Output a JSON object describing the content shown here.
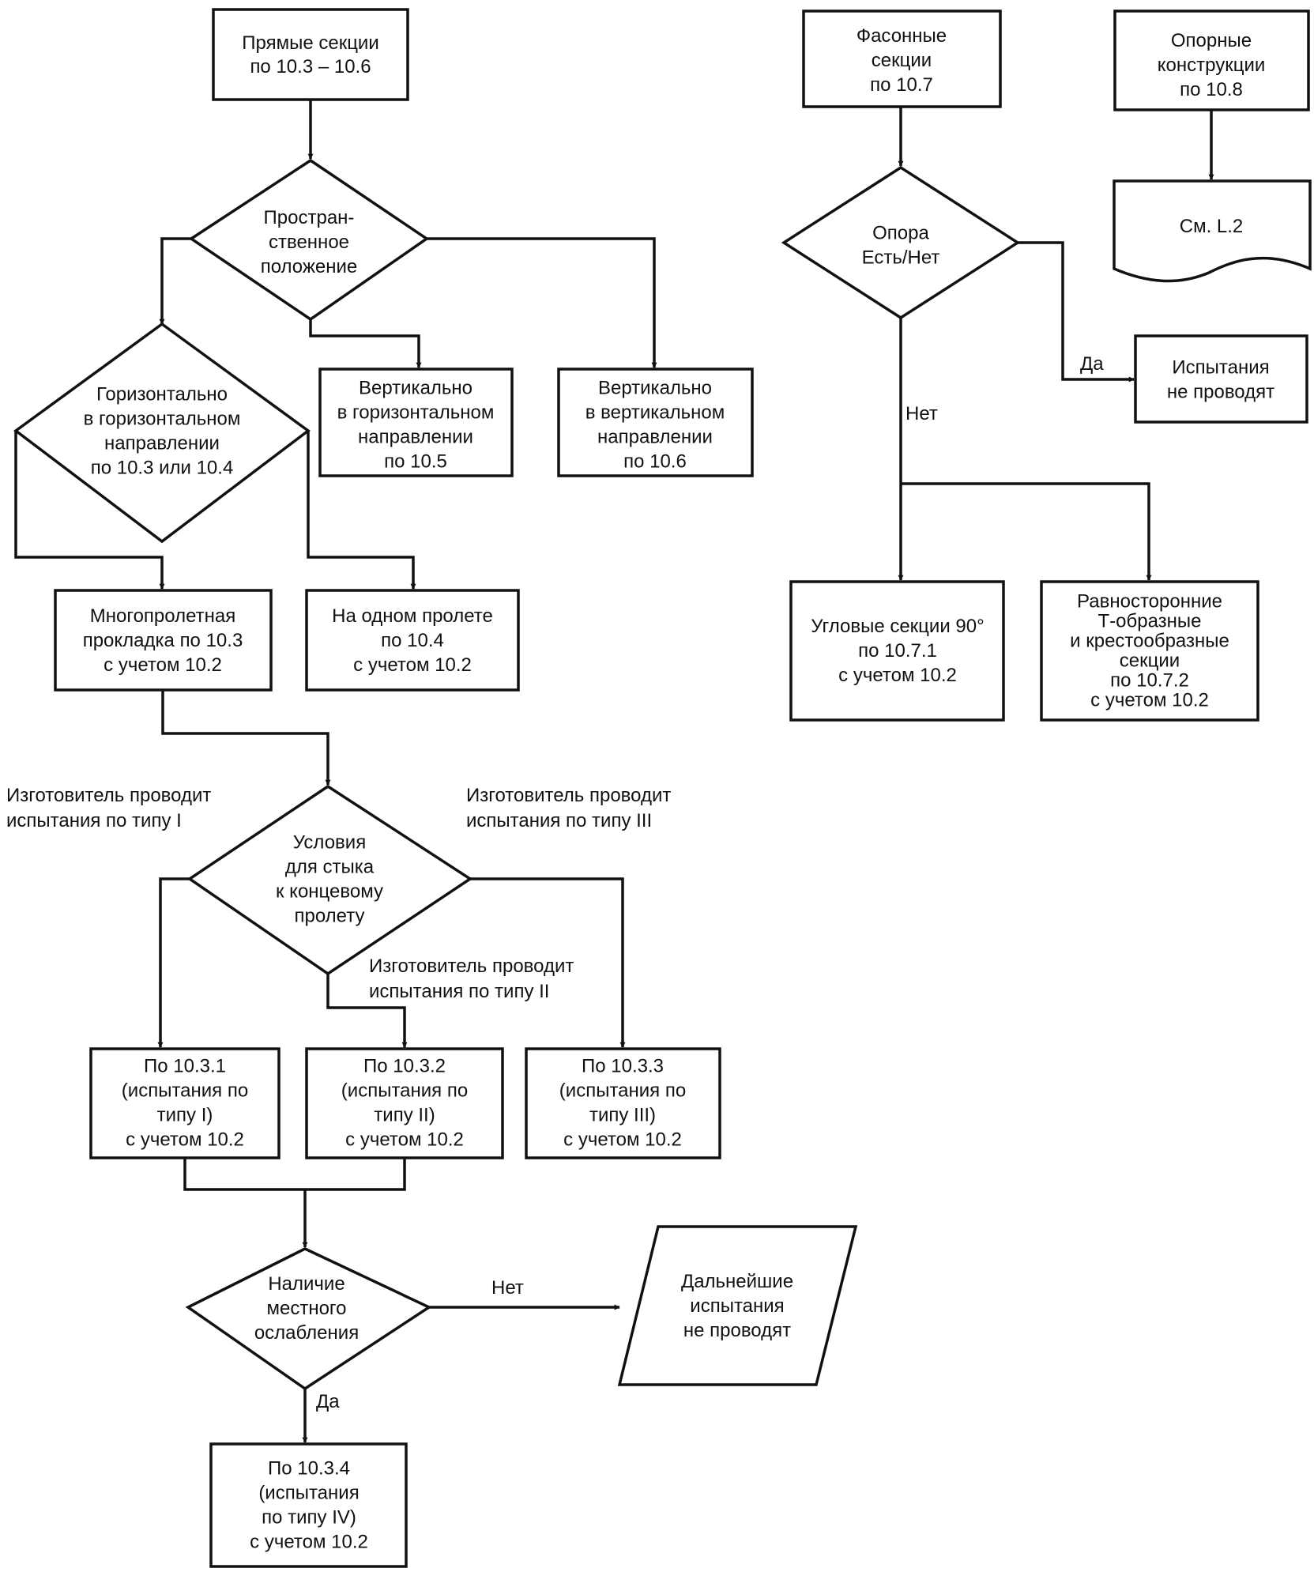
{
  "nodes": {
    "straight_sections": [
      "Прямые секции",
      "по 10.3 – 10.6"
    ],
    "spatial_position": [
      "Простран-",
      "ственное",
      "положение"
    ],
    "horizontal_dir": [
      "Горизонтально",
      "в горизонтальном",
      "направлении",
      "по 10.3 или 10.4"
    ],
    "vertical_horizontal": [
      "Вертикально",
      "в горизонтальном",
      "направлении",
      "по 10.5"
    ],
    "vertical_vertical": [
      "Вертикально",
      "в вертикальном",
      "направлении",
      "по 10.6"
    ],
    "multispan": [
      "Многопролетная",
      "прокладка по 10.3",
      "с учетом 10.2"
    ],
    "single_span": [
      "На одном пролете",
      "по 10.4",
      "с учетом 10.2"
    ],
    "joint_conditions": [
      "Условия",
      "для стыка",
      "к концевому",
      "пролету"
    ],
    "p1031": [
      "По 10.3.1",
      "(испытания по",
      "типу I)",
      "с учетом 10.2"
    ],
    "p1032": [
      "По 10.3.2",
      "(испытания по",
      "типу II)",
      "с учетом 10.2"
    ],
    "p1033": [
      "По 10.3.3",
      "(испытания по",
      "типу III)",
      "с учетом 10.2"
    ],
    "local_weakening": [
      "Наличие",
      "местного",
      "ослабления"
    ],
    "further_tests": [
      "Дальнейшие",
      "испытания",
      "не проводят"
    ],
    "p1034": [
      "По 10.3.4",
      "(испытания",
      "по типу IV)",
      "с учетом 10.2"
    ],
    "shaped_sections": [
      "Фасонные",
      "секции",
      "по 10.7"
    ],
    "support": [
      "Опора",
      "Есть/Нет"
    ],
    "no_tests": [
      "Испытания",
      "не проводят"
    ],
    "angle_sections": [
      "Угловые секции 90°",
      "по 10.7.1",
      "с учетом 10.2"
    ],
    "equal_sections": [
      "Равносторонние",
      "Т-образные",
      "и крестообразные",
      "секции",
      "по 10.7.2",
      "с учетом 10.2"
    ],
    "support_structures": [
      "Опорные",
      "конструкции",
      "по 10.8"
    ],
    "see_l2": [
      "См. L.2"
    ]
  },
  "labels": {
    "mfr_type1": [
      "Изготовитель проводит",
      "испытания по типу I"
    ],
    "mfr_type3": [
      "Изготовитель проводит",
      "испытания по типу III"
    ],
    "mfr_type2": [
      "Изготовитель проводит",
      "испытания по типу II"
    ],
    "no_local": "Нет",
    "yes_local": "Да",
    "support_yes": "Да",
    "support_no": "Нет"
  }
}
